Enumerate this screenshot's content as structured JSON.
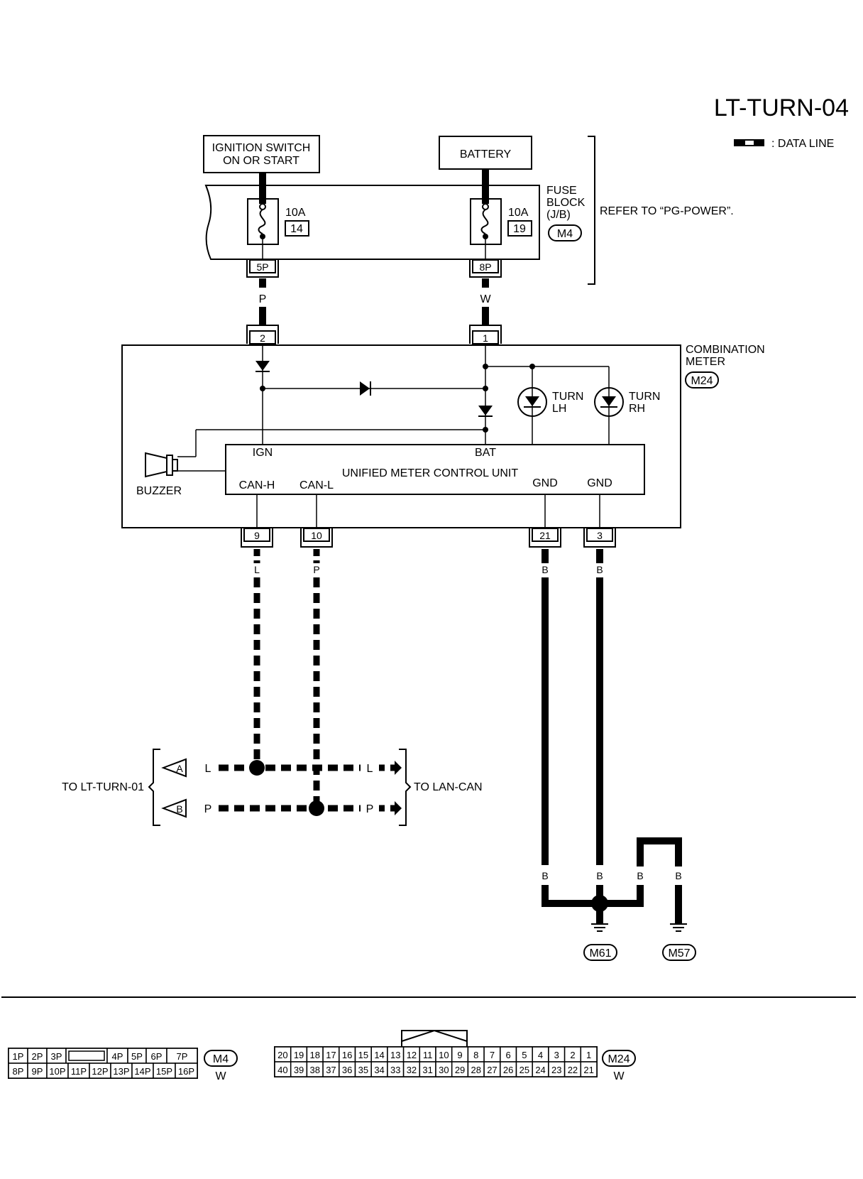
{
  "page": {
    "title": "LT-TURN-04",
    "legend_label": ": DATA LINE"
  },
  "sources": {
    "ignition": [
      "IGNITION SWITCH",
      "ON OR START"
    ],
    "battery": "BATTERY"
  },
  "fuse_block": {
    "label": [
      "FUSE",
      "BLOCK",
      "(J/B)"
    ],
    "connector": "M4",
    "refer": "REFER TO “PG-POWER”.",
    "fuses": [
      {
        "amp": "10A",
        "num": "14",
        "terminal": "5P",
        "wire": "P"
      },
      {
        "amp": "10A",
        "num": "19",
        "terminal": "8P",
        "wire": "W"
      }
    ]
  },
  "meter": {
    "label": [
      "COMBINATION",
      "METER"
    ],
    "connector": "M24",
    "input_terminals": [
      "2",
      "1"
    ],
    "turn_lh": [
      "TURN",
      "LH"
    ],
    "turn_rh": [
      "TURN",
      "RH"
    ],
    "buzzer": "BUZZER",
    "unit_name": "UNIFIED METER CONTROL UNIT",
    "pins": {
      "ign": "IGN",
      "bat": "BAT",
      "canh": "CAN-H",
      "canl": "CAN-L",
      "gnd1": "GND",
      "gnd2": "GND"
    },
    "output_terminals": [
      {
        "num": "9",
        "wire": "L"
      },
      {
        "num": "10",
        "wire": "P"
      },
      {
        "num": "21",
        "wire": "B"
      },
      {
        "num": "3",
        "wire": "B"
      }
    ]
  },
  "can": {
    "left_label": "TO LT-TURN-01",
    "right_label": "TO LAN-CAN",
    "rows": [
      {
        "tag": "A",
        "wire_left": "L",
        "wire_right": "L"
      },
      {
        "tag": "B",
        "wire_left": "P",
        "wire_right": "P"
      }
    ]
  },
  "ground": {
    "wire_labels": [
      "B",
      "B",
      "B",
      "B"
    ],
    "grounds": [
      "M61",
      "M57"
    ]
  },
  "connectors": {
    "m4": {
      "name": "M4",
      "color": "W",
      "top": [
        "1P",
        "2P",
        "3P",
        "",
        "4P",
        "5P",
        "6P",
        "7P"
      ],
      "bottom": [
        "8P",
        "9P",
        "10P",
        "11P",
        "12P",
        "13P",
        "14P",
        "15P",
        "16P"
      ]
    },
    "m24": {
      "name": "M24",
      "color": "W",
      "top": [
        "20",
        "19",
        "18",
        "17",
        "16",
        "15",
        "14",
        "13",
        "12",
        "11",
        "10",
        "9",
        "8",
        "7",
        "6",
        "5",
        "4",
        "3",
        "2",
        "1"
      ],
      "bottom": [
        "40",
        "39",
        "38",
        "37",
        "36",
        "35",
        "34",
        "33",
        "32",
        "31",
        "30",
        "29",
        "28",
        "27",
        "26",
        "25",
        "24",
        "23",
        "22",
        "21"
      ]
    }
  }
}
